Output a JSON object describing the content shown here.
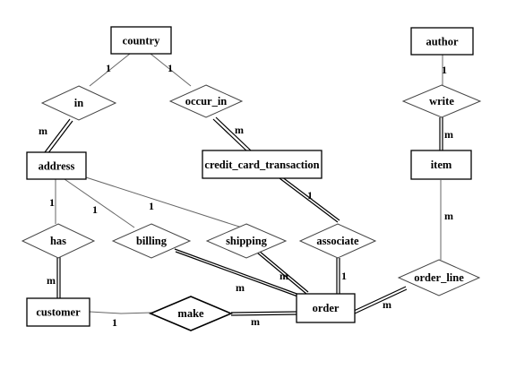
{
  "entities": {
    "country": "country",
    "author": "author",
    "address": "address",
    "credit_card_transaction": "credit_card_transaction",
    "item": "item",
    "customer": "customer",
    "order": "order"
  },
  "relationships": {
    "in": "in",
    "occur_in": "occur_in",
    "write": "write",
    "has": "has",
    "billing": "billing",
    "shipping": "shipping",
    "associate": "associate",
    "order_line": "order_line",
    "make": "make"
  },
  "cardinalities": {
    "country_in": "1",
    "country_occur_in": "1",
    "in_address": "m",
    "occur_in_cct": "m",
    "author_write": "1",
    "write_item": "m",
    "address_has": "1",
    "address_billing": "1",
    "address_shipping": "1",
    "cct_associate": "1",
    "item_order_line": "m",
    "has_customer": "m",
    "billing_order": "m",
    "shipping_order": "m",
    "associate_order": "1",
    "order_line_order": "m",
    "customer_make": "1",
    "make_order": "m"
  }
}
